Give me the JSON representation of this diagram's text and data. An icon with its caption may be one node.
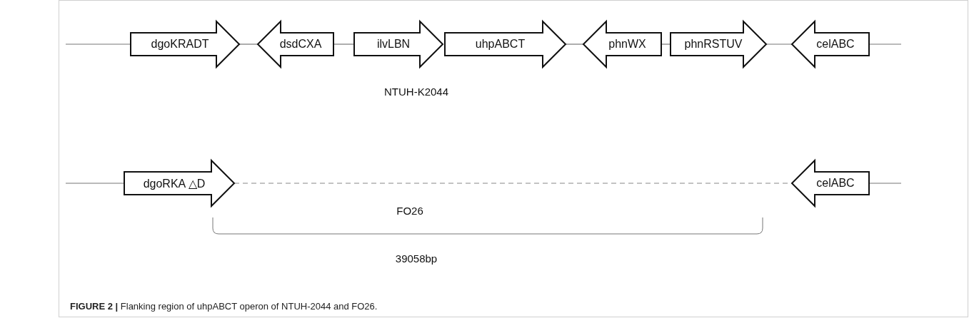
{
  "diagram": {
    "caption": "**FIGURE 2 |** Flanking region of uhpABCT operon of NTUH-2044 and FO26.",
    "nodes": [
      {
        "text": [
          "dgoKRADT"
        ]
      },
      {
        "text": [
          "dsdCXA"
        ]
      },
      {
        "text": [
          "ilvLBN"
        ]
      },
      {
        "text": [
          "uhpABCT"
        ]
      },
      {
        "text": [
          "phnWX"
        ]
      },
      {
        "text": [
          "phnRSTUV"
        ]
      },
      {
        "text": [
          "celABC"
        ]
      },
      {
        "text": [
          "dgoRKA △D"
        ]
      },
      {
        "text": [
          "celABC"
        ]
      }
    ],
    "edges": [
      {
        "from": null,
        "to": 0,
        "arrow": "none"
      },
      {
        "from": 0,
        "to": 1,
        "arrow": "none"
      },
      {
        "from": 1,
        "to": 2,
        "arrow": "none"
      },
      {
        "from": 3,
        "to": 4,
        "arrow": "none"
      },
      {
        "from": 4,
        "to": 5,
        "arrow": "none"
      },
      {
        "from": 5,
        "to": 6,
        "arrow": "none"
      },
      {
        "from": 6,
        "to": null,
        "arrow": "none"
      },
      {
        "from": null,
        "to": 7,
        "arrow": "none"
      },
      {
        "from": 7,
        "to": 8,
        "arrow": "none",
        "style": "dashed",
        "color": "#888888"
      },
      {
        "from": 8,
        "to": null,
        "arrow": "none"
      }
    ],
    "labels": [
      "NTUH-K2044",
      "FO26",
      "39058bp"
    ]
  }
}
